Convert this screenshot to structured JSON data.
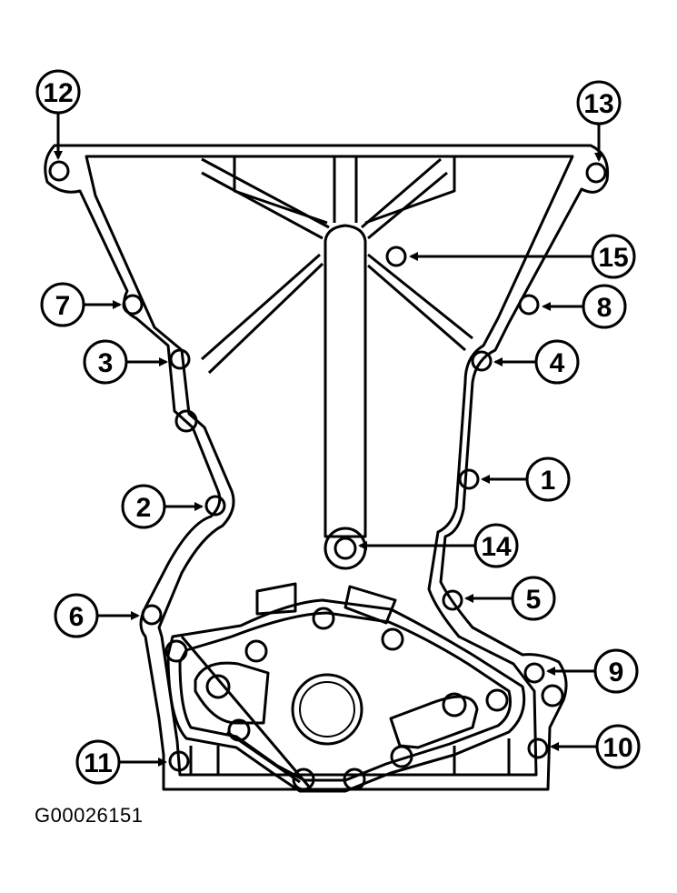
{
  "figure_id": "G00026151",
  "callouts": [
    {
      "label": "12",
      "target": "bolt-12"
    },
    {
      "label": "13",
      "target": "bolt-13"
    },
    {
      "label": "15",
      "target": "bolt-15"
    },
    {
      "label": "7",
      "target": "bolt-7"
    },
    {
      "label": "8",
      "target": "bolt-8"
    },
    {
      "label": "3",
      "target": "bolt-3"
    },
    {
      "label": "4",
      "target": "bolt-4"
    },
    {
      "label": "1",
      "target": "bolt-1"
    },
    {
      "label": "2",
      "target": "bolt-2"
    },
    {
      "label": "14",
      "target": "bolt-14"
    },
    {
      "label": "6",
      "target": "bolt-6"
    },
    {
      "label": "5",
      "target": "bolt-5"
    },
    {
      "label": "9",
      "target": "bolt-9"
    },
    {
      "label": "10",
      "target": "bolt-10"
    },
    {
      "label": "11",
      "target": "bolt-11"
    }
  ]
}
